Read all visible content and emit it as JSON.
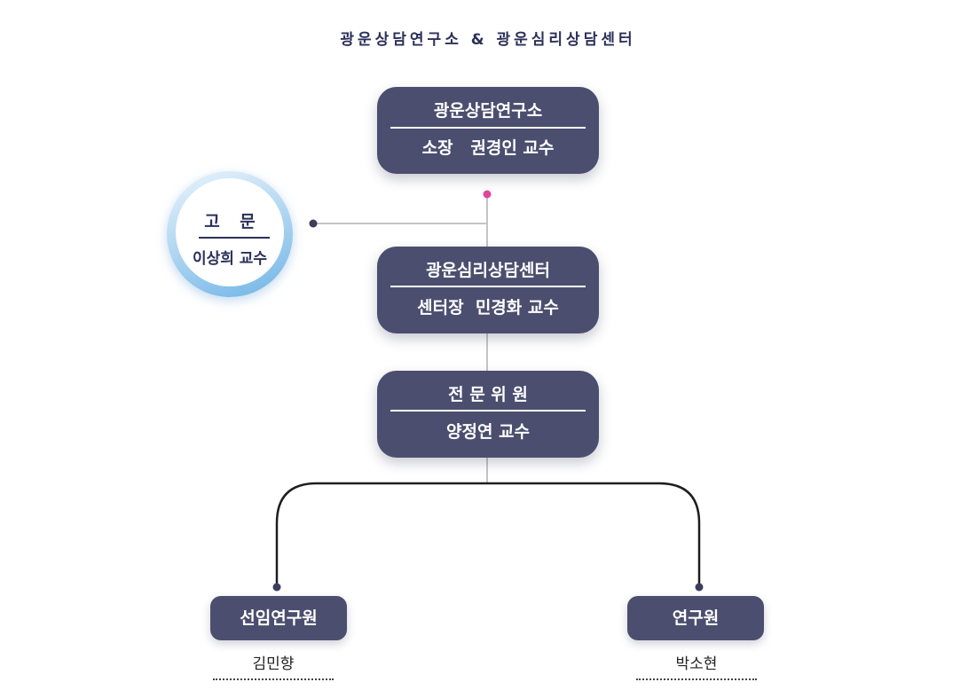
{
  "title": "광운상담연구소 & 광운심리상담센터",
  "nodes": {
    "institute": {
      "name": "광운상담연구소",
      "head": "소장   권경인 교수"
    },
    "center": {
      "name": "광운심리상담센터",
      "head": "센터장  민경화 교수"
    },
    "specialist": {
      "name": "전 문 위 원",
      "head": "양정연 교수"
    },
    "advisor": {
      "name": "고 문",
      "head": "이상희 교수"
    },
    "senior_researcher": {
      "name": "선임연구원",
      "member": "김민향"
    },
    "researcher": {
      "name": "연구원",
      "member": "박소현"
    }
  },
  "colors": {
    "box": "#4b4e6e",
    "title": "#2b3059",
    "accent_dot": "#e0459a",
    "connector_gray": "#c4c4c4",
    "connector_dark": "#1e1e1e"
  }
}
